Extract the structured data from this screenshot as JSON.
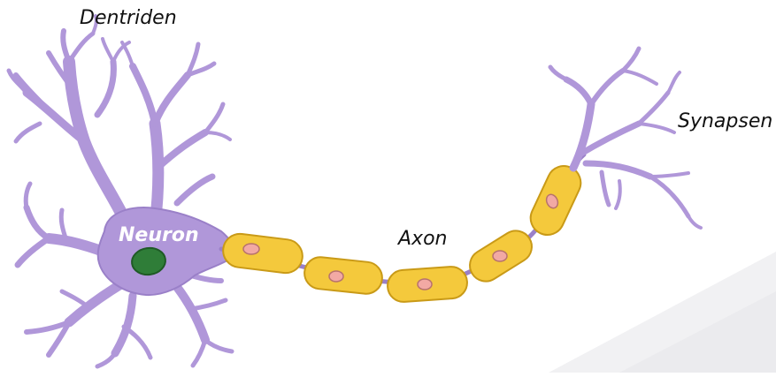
{
  "labels": {
    "dendrites": "Dentriden",
    "neuron": "Neuron",
    "axon": "Axon",
    "synapses": "Synapsen"
  },
  "colors": {
    "cell_body": "#b097d9",
    "cell_body_outline": "#8f75bf",
    "nucleus": "#2f7d38",
    "nucleus_outline": "#1f5a26",
    "myelin": "#f4c93c",
    "myelin_outline": "#c99a17",
    "schwann_nucleus": "#f2a9a4",
    "schwann_nucleus_outline": "#c07a76",
    "background_band": "#f1f1f3"
  },
  "icons": {
    "cell": "neuron-cell-icon"
  }
}
